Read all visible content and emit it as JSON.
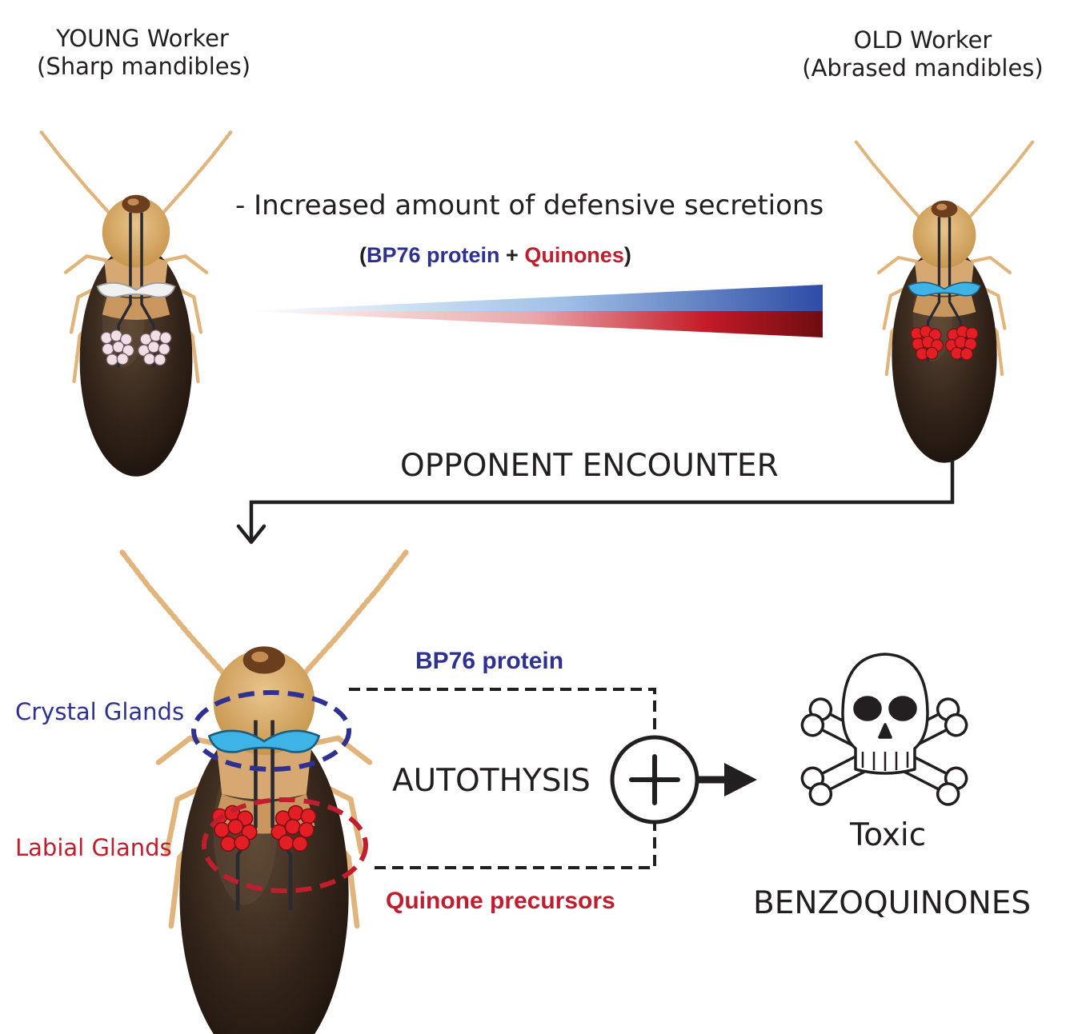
{
  "young": {
    "title": "YOUNG Worker",
    "subtitle": "(Sharp mandibles)"
  },
  "old": {
    "title": "OLD Worker",
    "subtitle": "(Abrased mandibles)"
  },
  "secretion": {
    "text": "-  Increased amount of defensive secretions",
    "paren_open": "(",
    "protein": "BP76 protein",
    "plus": " + ",
    "quinones": "Quinones",
    "paren_close": ")"
  },
  "encounter": "OPPONENT ENCOUNTER",
  "glands": {
    "crystal": "Crystal Glands",
    "labial": "Labial Glands"
  },
  "flow": {
    "protein": "BP76 protein",
    "process": "AUTOTHYSIS",
    "precursors": "Quinone precursors"
  },
  "result": {
    "toxic": "Toxic",
    "compound": "BENZOQUINONES"
  },
  "colors": {
    "blue_label": "#2e3192",
    "red_label": "#be1e2d",
    "crystal_gland": "#3db4e5",
    "labial_gland": "#e31e24",
    "young_labial": "#f3dde6"
  }
}
